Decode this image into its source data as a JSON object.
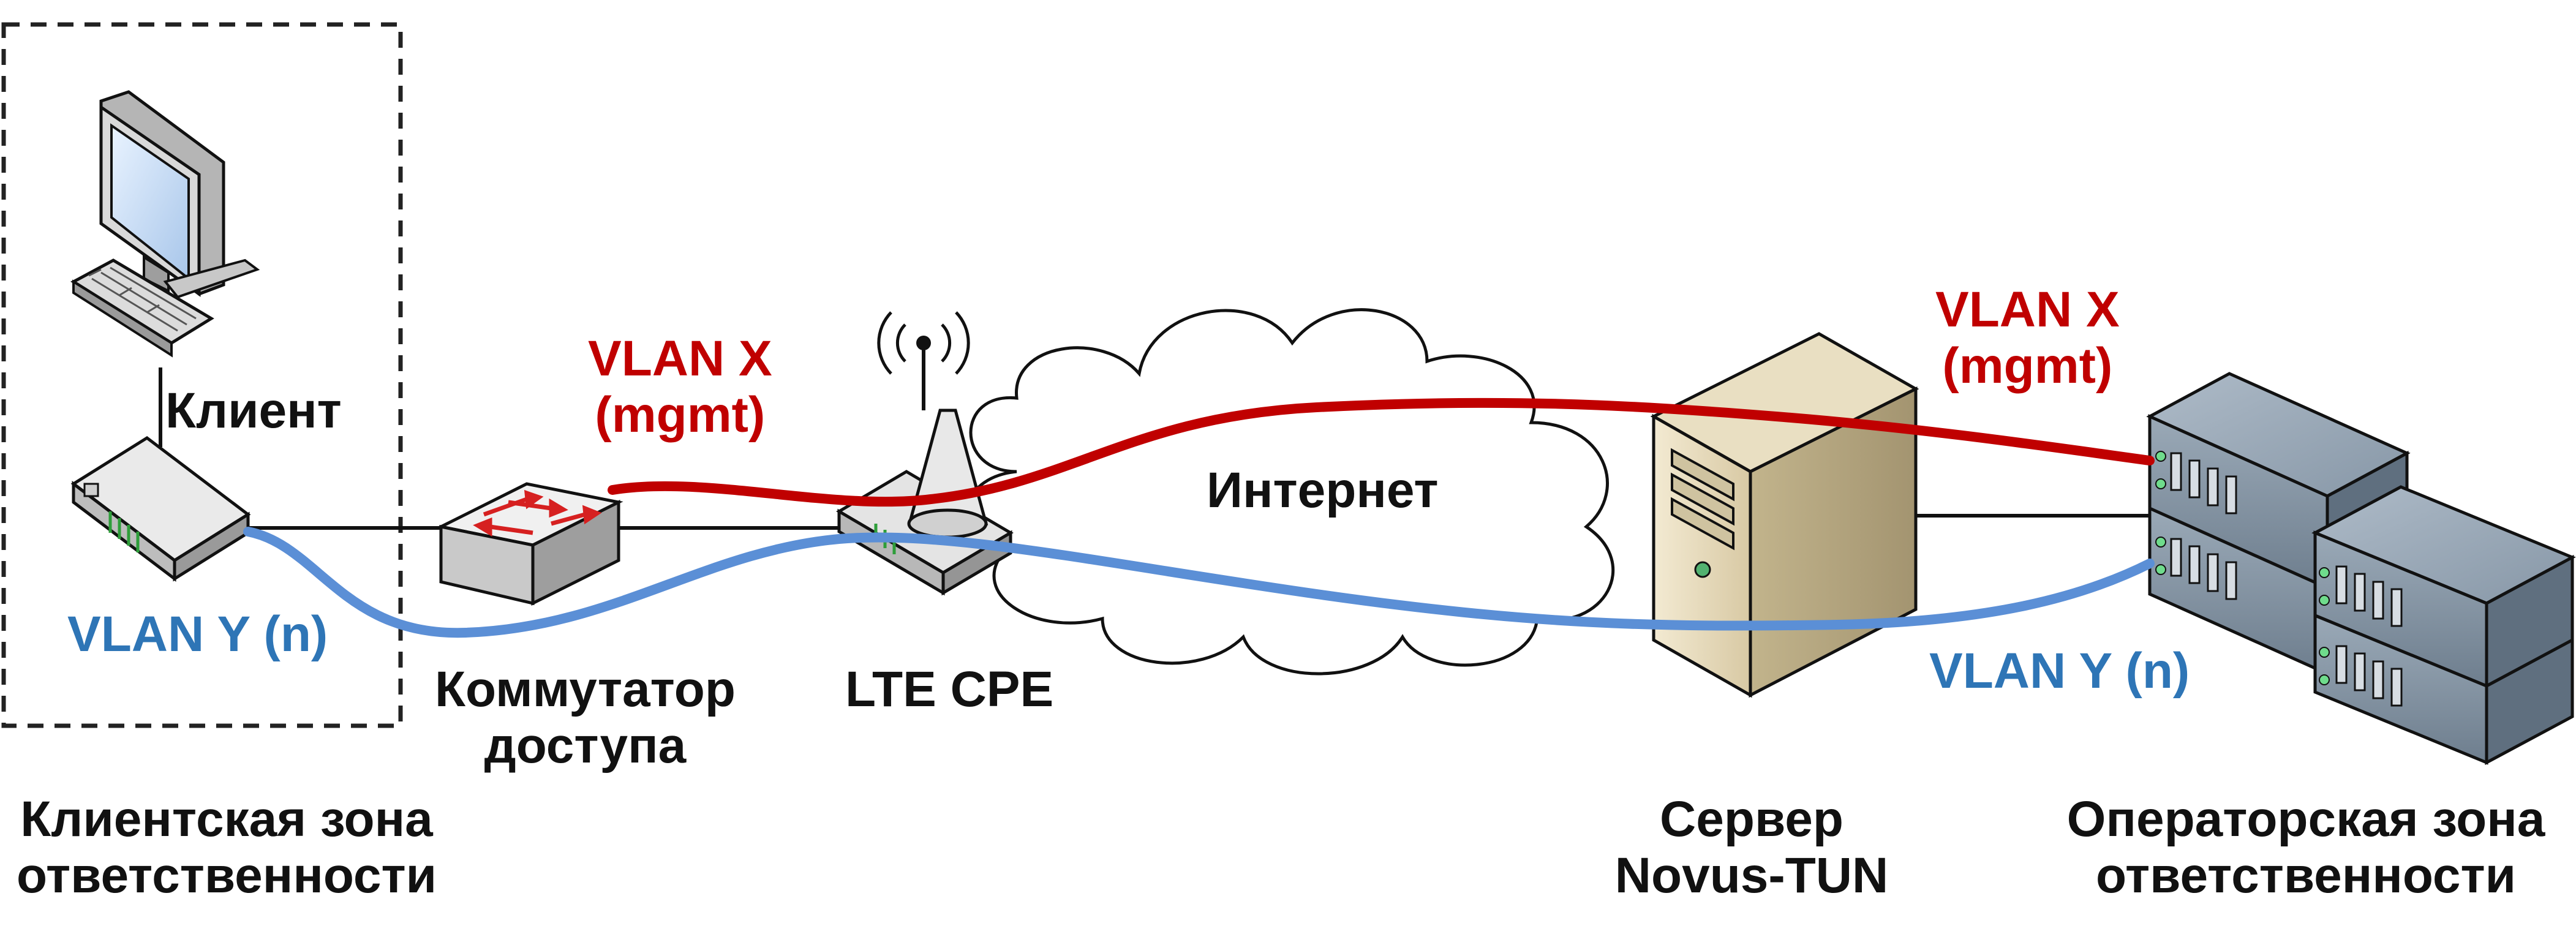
{
  "zones": {
    "client_zone": {
      "line1": "Клиентская зона",
      "line2": "ответственности"
    },
    "operator_zone": {
      "line1": "Операторская зона",
      "line2": "ответственности"
    }
  },
  "nodes": {
    "client": {
      "label": "Клиент"
    },
    "access_switch": {
      "line1": "Коммутатор",
      "line2": "доступа"
    },
    "lte_cpe": {
      "label": "LTE CPE"
    },
    "internet": {
      "label": "Интернет"
    },
    "server": {
      "line1": "Сервер",
      "line2": "Novus-TUN"
    }
  },
  "vlans": {
    "mgmt_left": {
      "line1": "VLAN X",
      "line2": "(mgmt)"
    },
    "mgmt_right": {
      "line1": "VLAN X",
      "line2": "(mgmt)"
    },
    "data_left": {
      "label": "VLAN Y (n)"
    },
    "data_right": {
      "label": "VLAN Y (n)"
    }
  },
  "colors": {
    "mgmt": "#c00000",
    "data": "#5b8fd6",
    "dashed_border": "#222222"
  }
}
